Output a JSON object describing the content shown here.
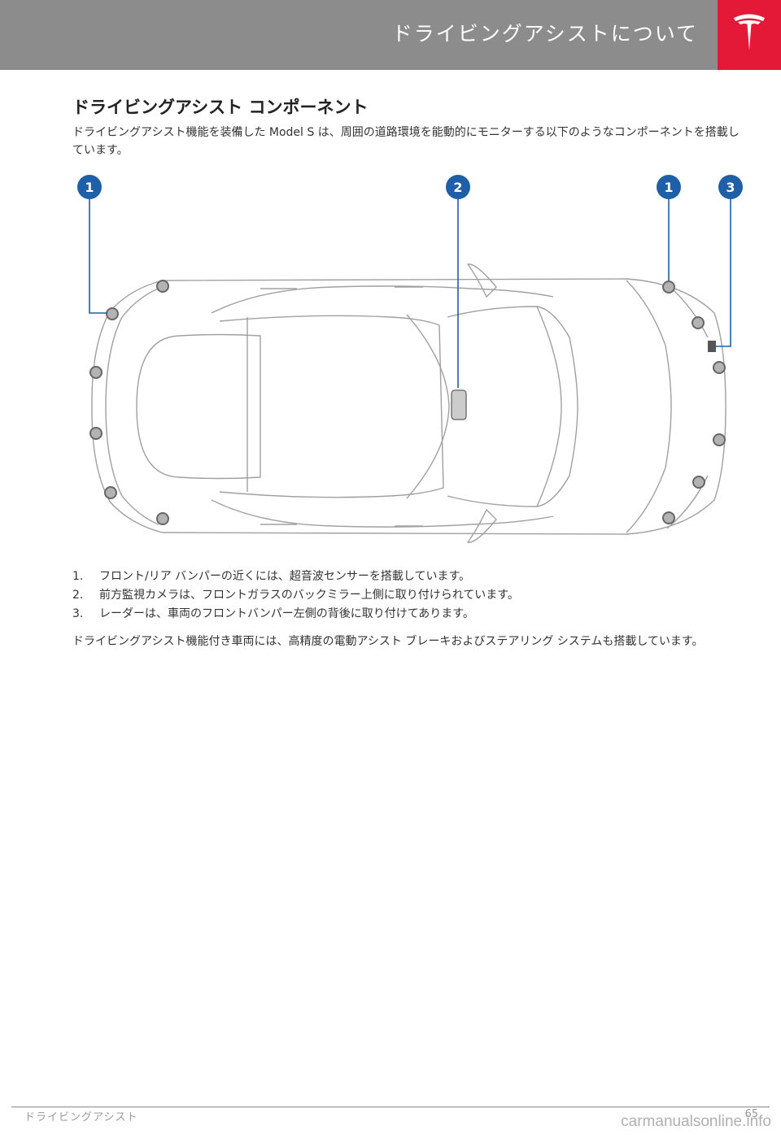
{
  "header": {
    "title": "ドライビングアシストについて",
    "brand_color": "#e31937",
    "bar_color": "#8c8c8c",
    "logo_icon": "tesla-logo-icon"
  },
  "section": {
    "title": "ドライビングアシスト コンポーネント",
    "intro": "ドライビングアシスト機能を装備した Model S は、周囲の道路環境を能動的にモニターする以下のようなコンポーネントを搭載しています。"
  },
  "diagram": {
    "callouts": [
      "1",
      "2",
      "1",
      "3"
    ],
    "callout_color": "#1f5fa8"
  },
  "list": [
    {
      "num": "1.",
      "text": "フロント/リア バンパーの近くには、超音波センサーを搭載しています。"
    },
    {
      "num": "2.",
      "text": "前方監視カメラは、フロントガラスのバックミラー上側に取り付けられています。"
    },
    {
      "num": "3.",
      "text": "レーダーは、車両のフロントバンパー左側の背後に取り付けてあります。"
    }
  ],
  "closing": "ドライビングアシスト機能付き車両には、高精度の電動アシスト ブレーキおよびステアリング システムも搭載しています。",
  "footer": {
    "section": "ドライビングアシスト",
    "page": "65",
    "watermark": "carmanualsonline.info"
  }
}
